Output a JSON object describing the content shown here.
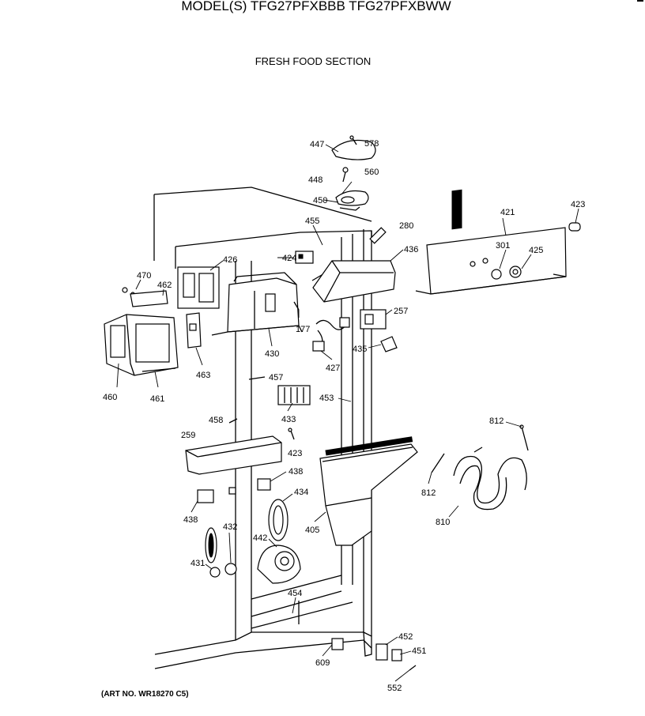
{
  "header": {
    "model_title": "MODEL(S) TFG27PFXBBB  TFG27PFXBWW",
    "section_title": "FRESH FOOD SECTION"
  },
  "footer": {
    "art_number": "(ART NO. WR18270 C5)"
  },
  "part_labels": {
    "p447": "447",
    "p578": "578",
    "p560": "560",
    "p448": "448",
    "p450": "450",
    "p455": "455",
    "p280": "280",
    "p421": "421",
    "p423a": "423",
    "p424": "424",
    "p436": "436",
    "p301": "301",
    "p425": "425",
    "p426": "426",
    "p470": "470",
    "p462": "462",
    "p257": "257",
    "p177": "177",
    "p430": "430",
    "p435": "435",
    "p463": "463",
    "p427": "427",
    "p457": "457",
    "p460": "460",
    "p461": "461",
    "p453": "453",
    "p433": "433",
    "p458": "458",
    "p812a": "812",
    "p259": "259",
    "p423b": "423",
    "p438a": "438",
    "p812b": "812",
    "p434": "434",
    "p438b": "438",
    "p405": "405",
    "p810": "810",
    "p432": "432",
    "p442": "442",
    "p431": "431",
    "p454": "454",
    "p452": "452",
    "p451": "451",
    "p609": "609",
    "p552": "552"
  }
}
